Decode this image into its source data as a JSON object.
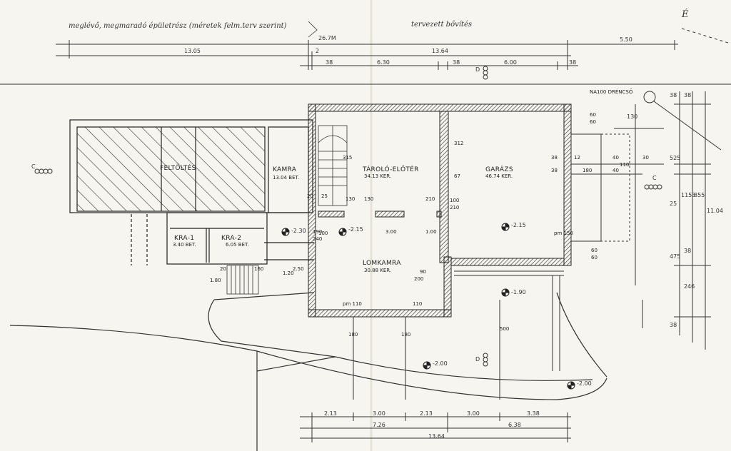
{
  "header": {
    "existing_label": "meglévő, megmaradó épületrész (méretek felm.terv szerint)",
    "planned_label": "tervezett bővítés",
    "north_mark": "É",
    "drain_label": "NA100 DRÉNCSŐ"
  },
  "rooms": {
    "feltoltes": {
      "name": "FELTÖLTÉS"
    },
    "kamra": {
      "name": "KAMRA",
      "area": "13.04 BET."
    },
    "kra1": {
      "name": "KRA-1",
      "area": "3.40 BET."
    },
    "kra2": {
      "name": "KRA-2",
      "area": "6.05 BET."
    },
    "tarolo": {
      "name": "TÁROLÓ-ELŐTÉR",
      "area": "34.13 KER."
    },
    "garazs": {
      "name": "GARÁZS",
      "area": "46.74 KER."
    },
    "lomkamra": {
      "name": "LOMKAMRA",
      "area": "30.88 KER."
    }
  },
  "levels": {
    "l1": "-2.30",
    "l2": "-2.15",
    "l3": "-2.15",
    "l4": "-1.90",
    "l5": "-2.00",
    "l6": "-2.00"
  },
  "section_marks": {
    "left": "C",
    "right": "C",
    "top": "D",
    "bottom": "D"
  },
  "top_dims": {
    "overall": "26.7M",
    "right_total": "5.50",
    "left_span": "13.05",
    "gap": "2",
    "mid_span": "13.64",
    "d38a": "38",
    "d630": "6.30",
    "d38b": "38",
    "d600": "6.00",
    "d38c": "38"
  },
  "bottom_dims": {
    "d213a": "2.13",
    "d300a": "3.00",
    "d213b": "2.13",
    "d300b": "3.00",
    "d338": "3.38",
    "d726": "7.26",
    "d638": "6.38",
    "d1364": "13.64"
  },
  "right_dims": {
    "d38a": "38",
    "d38b": "38",
    "d130": "130",
    "d525": "525",
    "d1153": "1153",
    "d855": "855",
    "d1104": "11.04",
    "d25": "25",
    "d475": "475",
    "d38c": "38",
    "d246": "246",
    "d38d": "38"
  },
  "interior_dims": {
    "a312": "312",
    "a67": "67",
    "a38": "38",
    "a38b": "38",
    "a12": "12",
    "a40": "40",
    "a30": "30",
    "a110": "110",
    "a180": "180",
    "a40b": "40",
    "a60": "60",
    "a60b": "60",
    "a60c": "60",
    "a60d": "60",
    "a100": "100",
    "a210": "210",
    "a210b": "210",
    "a130": "130",
    "a130b": "130",
    "a25": "25",
    "a20": "20",
    "a300": "3.00",
    "a100b": "1.00",
    "a90": "90",
    "a200": "200",
    "a250": "2.50",
    "a120": "1.20",
    "a180b": "1.80",
    "a160": "160",
    "a20b": "20",
    "a110b": "pm 110",
    "a110c": "110",
    "a150": "pm 150",
    "a180c": "180",
    "a180d": "180",
    "a500": "500",
    "a315": "315",
    "a100c": "100",
    "a190": "190",
    "a240": "240"
  }
}
